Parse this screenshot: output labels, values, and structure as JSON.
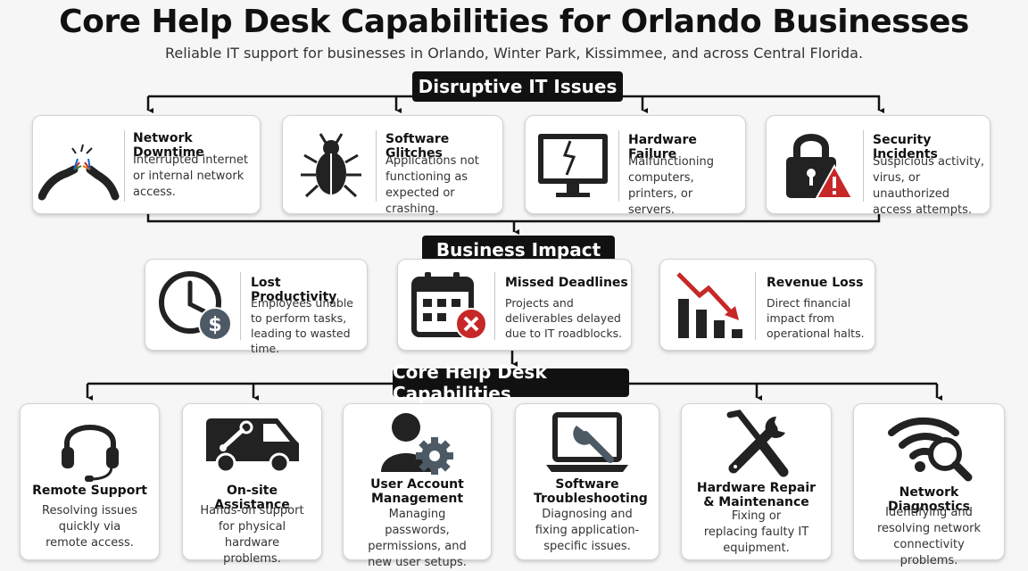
{
  "header": {
    "title": "Core Help Desk Capabilities for Orlando Businesses",
    "subtitle": "Reliable IT support for businesses in Orlando, Winter Park, Kissimmee, and across Central Florida."
  },
  "sections": {
    "issues_label": "Disruptive IT Issues",
    "impact_label": "Business Impact",
    "capabilities_label": "Core Help Desk Capabilities"
  },
  "issues": [
    {
      "title": "Network Downtime",
      "desc": "Interrupted internet or internal network access.",
      "icon": "broken-cable-icon"
    },
    {
      "title": "Software Glitches",
      "desc": "Applications not functioning as expected or crashing.",
      "icon": "bug-icon"
    },
    {
      "title": "Hardware Failure",
      "desc": "Malfunctioning computers, printers, or servers.",
      "icon": "broken-monitor-icon"
    },
    {
      "title": "Security Incidents",
      "desc": "Suspicious activity, virus, or unauthorized access attempts.",
      "icon": "lock-warning-icon"
    }
  ],
  "impacts": [
    {
      "title": "Lost Productivity",
      "desc": "Employees unable to perform tasks, leading to wasted time.",
      "icon": "clock-dollar-icon"
    },
    {
      "title": "Missed Deadlines",
      "desc": "Projects and deliverables delayed due to IT roadblocks.",
      "icon": "calendar-x-icon"
    },
    {
      "title": "Revenue Loss",
      "desc": "Direct financial impact from operational halts.",
      "icon": "declining-chart-icon"
    }
  ],
  "capabilities": [
    {
      "title": "Remote Support",
      "desc": "Resolving issues quickly via remote access.",
      "icon": "headset-icon"
    },
    {
      "title": "On-site Assistance",
      "desc": "Hands-on support for physical hardware problems.",
      "icon": "van-icon"
    },
    {
      "title": "User Account Management",
      "desc": "Managing passwords, permissions, and new user setups.",
      "icon": "user-gear-icon"
    },
    {
      "title": "Software Troubleshooting",
      "desc": "Diagnosing and fixing application-specific issues.",
      "icon": "laptop-wrench-icon"
    },
    {
      "title": "Hardware Repair & Maintenance",
      "desc": "Fixing or replacing faulty IT equipment.",
      "icon": "tools-icon"
    },
    {
      "title": "Network Diagnostics",
      "desc": "Identifying and resolving network connectivity problems.",
      "icon": "wifi-search-icon"
    }
  ],
  "colors": {
    "accent_red": "#c62828",
    "dark": "#222222",
    "slate": "#4d5a66"
  }
}
